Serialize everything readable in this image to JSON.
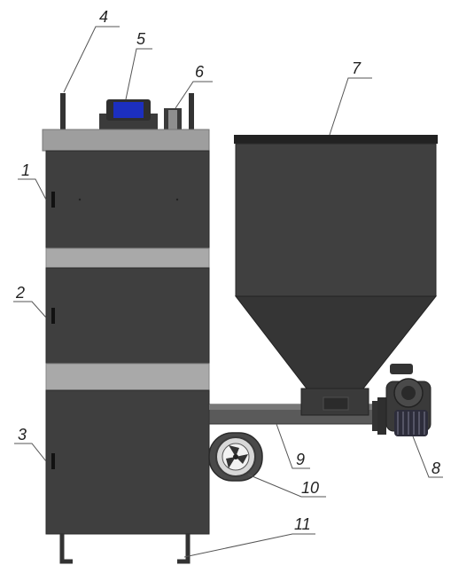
{
  "callouts": {
    "c1": "1",
    "c2": "2",
    "c3": "3",
    "c4": "4",
    "c5": "5",
    "c6": "6",
    "c7": "7",
    "c8": "8",
    "c9": "9",
    "c10": "10",
    "c11": "11"
  },
  "colors": {
    "body": "#3c3c3c",
    "body_light": "#4a4a4a",
    "band": "#a9a9a9",
    "top_cap": "#9a9a9a",
    "controller_screen": "#1c2fbf",
    "auger": "#5a5a5a",
    "metal_dark": "#2a2a2a"
  }
}
